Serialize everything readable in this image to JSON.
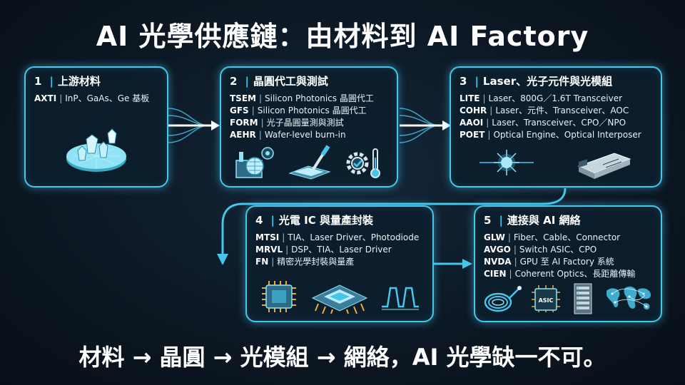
{
  "title": "AI 光學供應鏈：由材料到 AI Factory",
  "footer": "材料 → 晶圓 → 光模組 → 網絡，AI 光學缺一不可。",
  "colors": {
    "accent": "#46c6ec",
    "card_bg": "#0c1e2c",
    "page_bg": "#0c1824"
  },
  "steps": [
    {
      "num": "1",
      "heading": "上游材料",
      "rows": [
        {
          "ticker": "AXTI",
          "text": "InP、GaAs、Ge 基板"
        }
      ],
      "icons": [
        "wafer-crystals-icon"
      ]
    },
    {
      "num": "2",
      "heading": "晶圓代工與測試",
      "rows": [
        {
          "ticker": "TSEM",
          "text": "Silicon Photonics 晶圓代工"
        },
        {
          "ticker": "GFS",
          "text": "Silicon Photonics 晶圓代工"
        },
        {
          "ticker": "FORM",
          "text": "光子晶圓量測與測試"
        },
        {
          "ticker": "AEHR",
          "text": "Wafer-level burn-in"
        }
      ],
      "icons": [
        "fab-wafer-icon",
        "probe-tester-icon",
        "gear-thermometer-icon"
      ]
    },
    {
      "num": "3",
      "heading": "Laser、光子元件與光模組",
      "rows": [
        {
          "ticker": "LITE",
          "text": "Laser、800G／1.6T Transceiver"
        },
        {
          "ticker": "COHR",
          "text": "Laser、元件、Transceiver、AOC"
        },
        {
          "ticker": "AAOI",
          "text": "Laser、Transceiver、CPO／NPO"
        },
        {
          "ticker": "POET",
          "text": "Optical Engine、Optical Interposer"
        }
      ],
      "icons": [
        "laser-burst-icon",
        "transceiver-module-icon"
      ]
    },
    {
      "num": "4",
      "heading": "光電 IC 與量產封裝",
      "rows": [
        {
          "ticker": "MTSI",
          "text": "TIA、Laser Driver、Photodiode"
        },
        {
          "ticker": "MRVL",
          "text": "DSP、TIA、Laser Driver"
        },
        {
          "ticker": "FN",
          "text": "精密光學封裝與量產"
        }
      ],
      "icons": [
        "chip-icon",
        "package-substrate-icon",
        "waveform-icon"
      ]
    },
    {
      "num": "5",
      "heading": "連接與 AI 網絡",
      "rows": [
        {
          "ticker": "GLW",
          "text": "Fiber、Cable、Connector"
        },
        {
          "ticker": "AVGO",
          "text": "Switch ASIC、CPO"
        },
        {
          "ticker": "NVDA",
          "text": "GPU 至 AI Factory 系統"
        },
        {
          "ticker": "CIEN",
          "text": "Coherent Optics、長距離傳輸"
        }
      ],
      "icons": [
        "fiber-cable-icon",
        "asic-chip-icon",
        "server-rack-icon",
        "world-map-icon"
      ],
      "asic_label": "ASIC"
    }
  ]
}
